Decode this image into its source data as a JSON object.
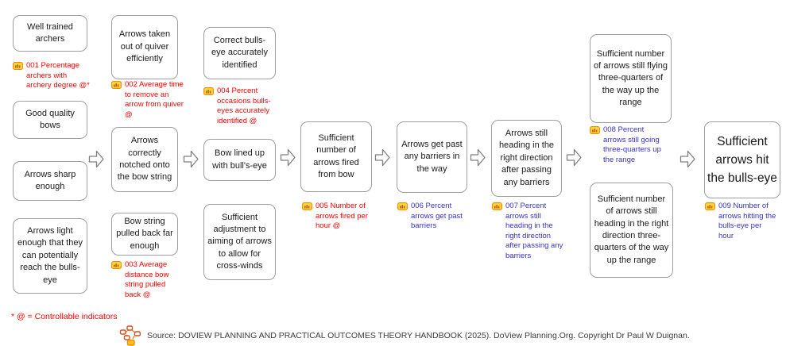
{
  "diagram": {
    "nodes": [
      {
        "text": "Well trained archers"
      },
      {
        "text": "Good quality bows"
      },
      {
        "text": "Arrows sharp enough"
      },
      {
        "text": "Arrows light enough that they can potentially reach the bulls-eye"
      },
      {
        "text": "Arrows taken out of quiver efficiently"
      },
      {
        "text": "Arrows correctly notched onto the bow string"
      },
      {
        "text": "Bow string pulled back far enough"
      },
      {
        "text": "Correct bulls-eye accurately identified"
      },
      {
        "text": "Bow lined up with bull's-eye"
      },
      {
        "text": "Sufficient adjustment to aiming of arrows to allow for cross-winds"
      },
      {
        "text": "Sufficient number of arrows fired from bow"
      },
      {
        "text": "Arrows get past any barriers in the way"
      },
      {
        "text": "Arrows still heading in the right direction after passing any barriers"
      },
      {
        "text": "Sufficient number of arrows still flying three-quarters of the way up the range"
      },
      {
        "text": "Sufficient number of arrows still heading in the right direction three-quarters of the way up the range"
      },
      {
        "text": "Sufficient arrows hit the bulls-eye"
      }
    ],
    "indicators": [
      {
        "text": "001 Percentage archers with archery degree @*",
        "type": "controllable"
      },
      {
        "text": "002 Average time to remove an arrow from quiver @",
        "type": "controllable"
      },
      {
        "text": "003 Average distance bow string pulled back @",
        "type": "controllable"
      },
      {
        "text": "004 Percent occasions bulls-eyes accurately identified @",
        "type": "controllable"
      },
      {
        "text": "005 Number of arrows fired per hour @",
        "type": "controllable"
      },
      {
        "text": "006 Percent arrows get past barriers",
        "type": "non-controllable"
      },
      {
        "text": "007 Percent arrows still heading in the right direction after passing any barriers",
        "type": "non-controllable"
      },
      {
        "text": "008 Percent arrows still going three-quarters up the range",
        "type": "non-controllable"
      },
      {
        "text": "009 Number of arrows hitting the bulls-eye per hour",
        "type": "non-controllable"
      }
    ],
    "footnote": "* @ = Controllable indicators",
    "source": "Source: DOVIEW PLANNING AND PRACTICAL OUTCOMES THEORY  HANDBOOK (2025). DoView Planning.Org. Copyright Dr Paul W Duignan.",
    "icons": {
      "indicator": "bar-chart-badge-icon",
      "connector": "block-arrow-right-icon",
      "logo": "doview-logo-icon"
    },
    "colors": {
      "controllable_indicator_text": "#ff0000",
      "non_controllable_indicator_text": "#3633c0",
      "node_border": "#9e9e9e",
      "node_text": "#1a1a1a",
      "arrow_outline": "#7f7f7f",
      "indicator_icon_fill": "#ffd83b",
      "indicator_icon_border": "#f08a00",
      "logo_orange": "#e65c1e",
      "source_text": "#3c3c3c"
    }
  }
}
